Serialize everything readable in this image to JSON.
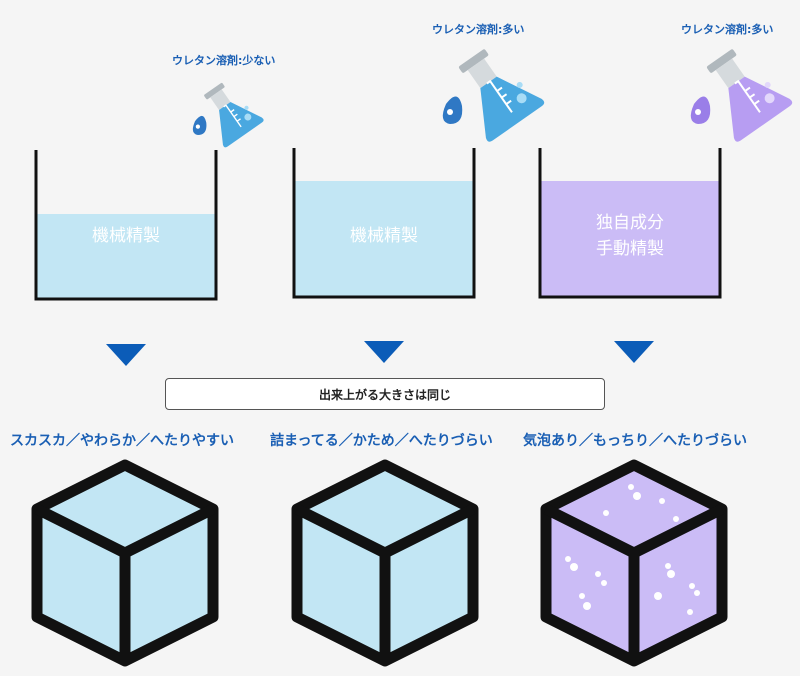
{
  "columns": [
    {
      "solvent_label": "ウレタン溶剤:少ない",
      "process_lines": [
        "機械精製"
      ],
      "texture_label": "スカスカ／やわらか／へたりやすい",
      "fill_color": "#c2e6f4",
      "flask_theme": "blue",
      "flask_icon": "flask-droplet-icon",
      "cube_bubbles": false
    },
    {
      "solvent_label": "ウレタン溶剤:多い",
      "process_lines": [
        "機械精製"
      ],
      "texture_label": "詰まってる／かため／へたりづらい",
      "fill_color": "#c2e6f4",
      "flask_theme": "blue",
      "flask_icon": "flask-droplet-icon",
      "cube_bubbles": false
    },
    {
      "solvent_label": "ウレタン溶剤:多い",
      "process_lines": [
        "独自成分",
        "手動精製"
      ],
      "texture_label": "気泡あり／もっちり／へたりづらい",
      "fill_color": "#cbbcf6",
      "flask_theme": "purple",
      "flask_icon": "flask-droplet-icon",
      "cube_bubbles": true
    }
  ],
  "result_banner": "出来上がる大きさは同じ",
  "colors": {
    "label_blue": "#1a5fb4",
    "arrow_blue": "#0b5cb8",
    "outline": "#111111",
    "light_blue": "#c2e6f4",
    "lavender": "#cbbcf6"
  }
}
